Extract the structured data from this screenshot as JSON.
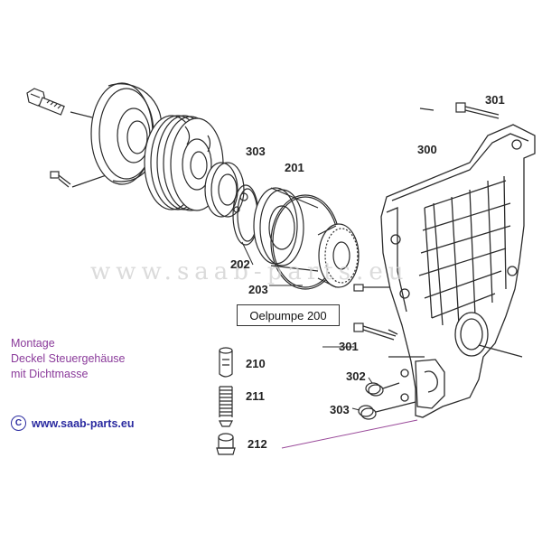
{
  "callouts": {
    "c301_top": "301",
    "c300": "300",
    "c303_top": "303",
    "c201": "201",
    "c202": "202",
    "c203": "203",
    "c301_mid": "301",
    "c302": "302",
    "c303_bot": "303",
    "c210": "210",
    "c211": "211",
    "c212": "212"
  },
  "oelpumpe_label": "Oelpumpe 200",
  "note": {
    "line1": "Montage",
    "line2": "Deckel Steuergehäuse",
    "line3": "mit Dichtmasse"
  },
  "copyright": {
    "symbol": "C",
    "site": "www.saab-parts.eu"
  },
  "watermark": "www.saab-parts.eu",
  "colors": {
    "line": "#2b2b2b",
    "note": "#8a3a9a",
    "link": "#2a2aa0",
    "leader": "#9a4a9a"
  }
}
